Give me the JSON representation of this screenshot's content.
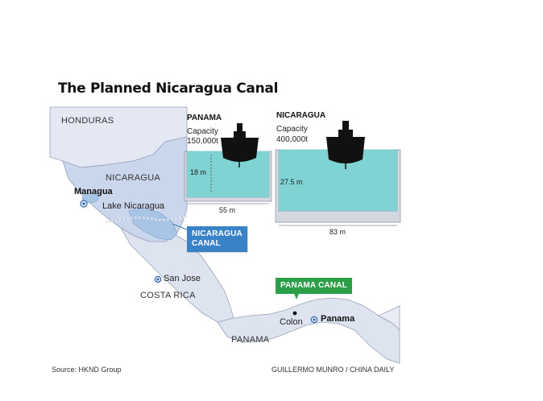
{
  "title": "The Planned Nicaragua Canal",
  "map": {
    "countries": {
      "honduras": "HONDURAS",
      "nicaragua": "NICARAGUA",
      "costa_rica": "COSTA RICA",
      "panama": "PANAMA"
    },
    "cities": {
      "managua": "Managua",
      "san_jose": "San Jose",
      "colon": "Colon",
      "panama": "Panama"
    },
    "lake": "Lake Nicaragua",
    "callouts": {
      "nicaragua_canal_line1": "NICARAGUA",
      "nicaragua_canal_line2": "CANAL",
      "panama_canal": "PANAMA CANAL"
    }
  },
  "comparison": {
    "panama": {
      "name": "PANAMA",
      "capacity_label": "Capacity",
      "capacity_value": "150,000t",
      "depth": "18 m",
      "width": "55 m"
    },
    "nicaragua": {
      "name": "NICARAGUA",
      "capacity_label": "Capacity",
      "capacity_value": "400,000t",
      "depth": "27.5 m",
      "width": "83 m"
    }
  },
  "footer": {
    "source": "Source: HKND Group",
    "credit": "GUILLERMO MUNRO / CHINA DAILY"
  },
  "colors": {
    "land": "#d7deed",
    "sea": "#ffffff",
    "lake": "#a9c5e6",
    "water_box": "#7fd3d2",
    "blue_callout": "#3a82c8",
    "green_callout": "#2d9e48"
  }
}
